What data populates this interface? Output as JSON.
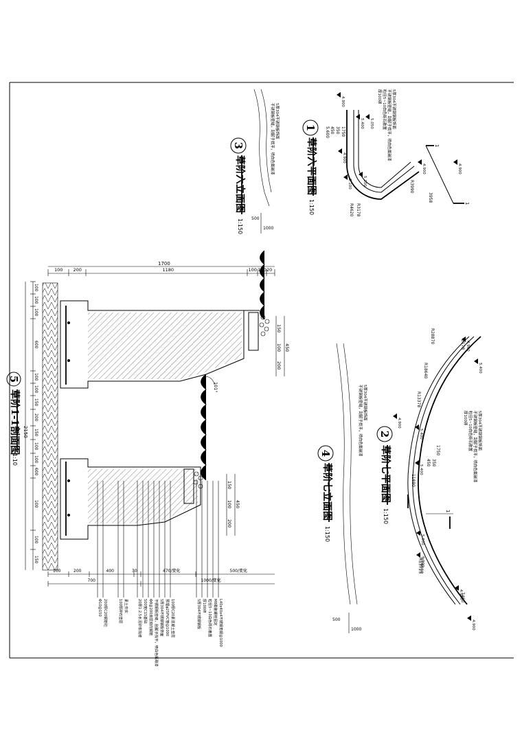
{
  "drawings": [
    {
      "num": "1",
      "title": "草阶六平面图",
      "scale": "1:150"
    },
    {
      "num": "2",
      "title": "草阶七平面图",
      "scale": "1:150"
    },
    {
      "num": "3",
      "title": "草阶六立面图",
      "scale": "1:150"
    },
    {
      "num": "4",
      "title": "草阶七立面图",
      "scale": "1:150"
    },
    {
      "num": "5",
      "title": "草阶1-1剖面图",
      "scale": "1:10"
    }
  ],
  "scale_bar": {
    "a": "500",
    "b": "1000"
  },
  "plan6": {
    "note1": "5厚304不锈钢钢板饰面",
    "note2": "不锈钢板密缝，刮腻子找平，喷白色氟碳漆",
    "note3": "粒径5~10白色砾石散置",
    "note4": "厚100卵",
    "elevs": [
      "4.900",
      "5.400",
      "5.050",
      "4.900",
      "5.100",
      "5.100",
      "4.900",
      "4.900"
    ],
    "dims": [
      "450",
      "350",
      "1750",
      "5.600"
    ],
    "radii": [
      "R4620",
      "R3178",
      "R3990"
    ],
    "dist": [
      "3958"
    ],
    "section": "1"
  },
  "plan7": {
    "note1": "5厚304不锈钢钢板饰面",
    "note2": "不锈钢板密缝，刮腻子找平，喷白色氟碳漆",
    "note3": "粒径5~10白色砾石散置",
    "note4": "厚100卵",
    "elevs": [
      "4.900",
      "5.400",
      "4.900",
      "5.400",
      "5.400",
      "5.900",
      "5.900",
      "4.900",
      "4.900"
    ],
    "dims": [
      "1750",
      "450",
      "350",
      "11880"
    ],
    "radii": [
      "R28870",
      "R18640",
      "R13378",
      "R13725",
      "R16000"
    ],
    "dist": [
      "7460",
      "3178"
    ],
    "section": "1"
  },
  "elev6": {
    "note1": "5厚304不锈钢板饰面",
    "note2": "不锈钢板密缝，刮腻子找平，喷白色氟碳漆"
  },
  "elev7": {
    "note1": "5厚304不锈钢板饰面",
    "note2": "不锈钢板密缝，刮腻子找平，喷白色氟碳漆"
  },
  "section": {
    "top_total": "1700",
    "top_dims": [
      "100",
      "200",
      "1180",
      "100",
      "110",
      "20"
    ],
    "left_dims": [
      "100",
      "100",
      "100",
      "600",
      "100",
      "100",
      "150",
      "200",
      "150",
      "100",
      "100",
      "600",
      "100",
      "100",
      "150"
    ],
    "total_left": "2150",
    "right_upper": [
      "150",
      "100",
      "200"
    ],
    "right_upper_total": "450",
    "right_lower": [
      "150",
      "100",
      "200"
    ],
    "right_lower_total": "450",
    "angle": "101°",
    "bottom1": [
      "100",
      "200",
      "400",
      "30",
      "470/变化",
      "500/变化"
    ],
    "bottom2": [
      "700",
      "1000/变化"
    ],
    "callouts": [
      "L40x40x4不锈钢角钢@1000",
      "M8膨胀螺栓固定",
      "粒径5~10白色砾石散置",
      "厚100卵",
      "5厚304不锈钢钢板",
      "100厚C20素混凝土垫层",
      "预埋φ25PVC管@1000",
      "5厚304不锈钢钢板饰面",
      "不锈钢板密缝，刮腻子找平，喷白色氟碳漆",
      "Φ8@200双层双向钢筋",
      "500宽C15基础",
      "20厚1:2.5水泥砂浆找坡",
      "素土夯实",
      "100厚碎石垫层",
      "200厚C20钢筋砼",
      "Φ10@150",
      "防水层",
      "5厚1:2.5水泥砂浆保护层"
    ]
  }
}
